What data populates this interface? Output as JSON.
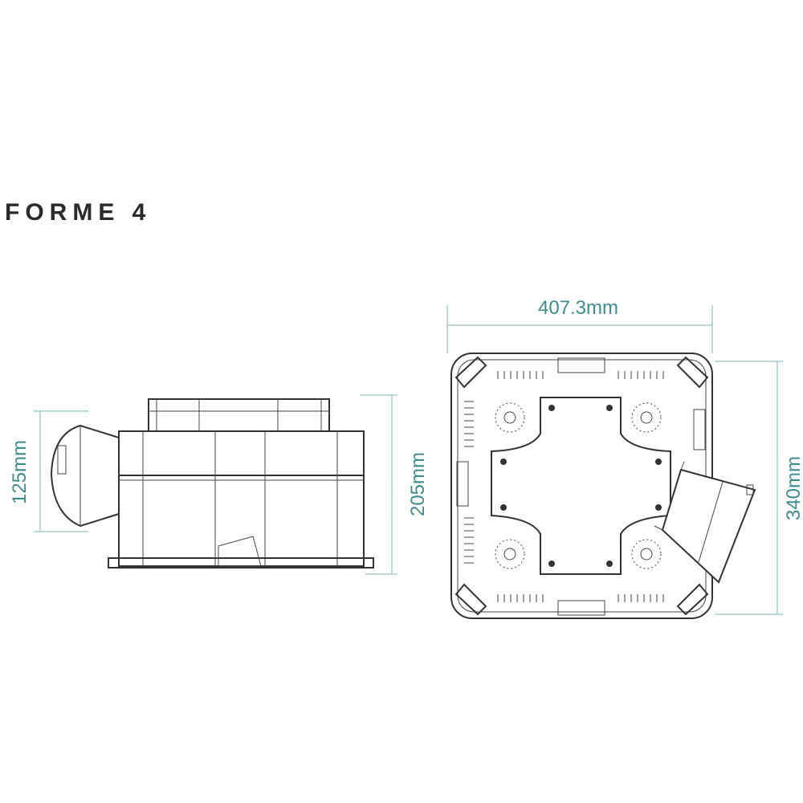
{
  "title": "FORME 4",
  "dimensions": {
    "side_height_small": "125mm",
    "side_height_total": "205mm",
    "top_width": "407.3mm",
    "top_height": "340mm"
  },
  "colors": {
    "dimension": "#3f8c8e",
    "drawing": "#333333",
    "title": "#2a2a2a"
  }
}
